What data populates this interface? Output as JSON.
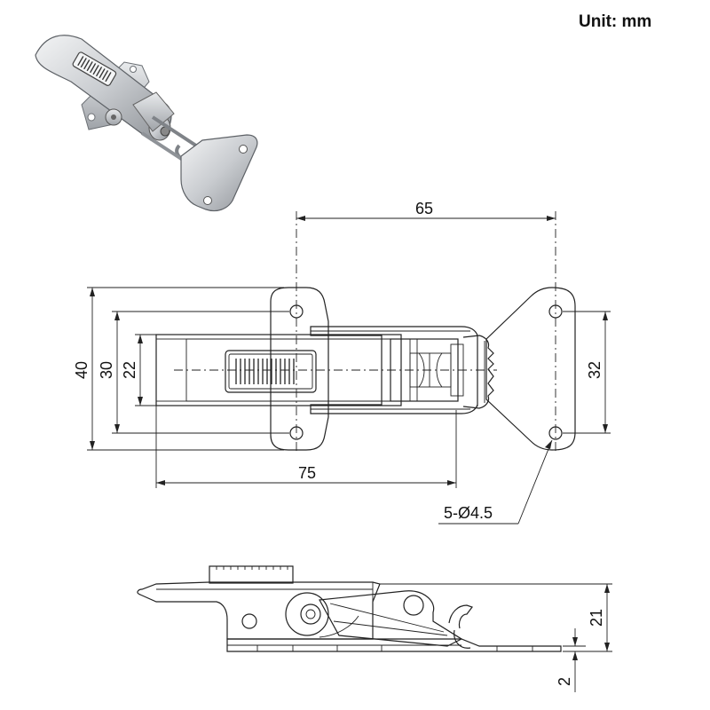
{
  "header": {
    "unit_label": "Unit:  mm"
  },
  "dimensions": {
    "top_width": "65",
    "overall_height": "40",
    "hole_spacing_left": "30",
    "body_width": "22",
    "hole_spacing_right": "32",
    "body_length": "75",
    "holes": "5-Ø4.5",
    "side_height": "21",
    "thickness": "2"
  },
  "colors": {
    "line": "#222222",
    "background": "#ffffff",
    "steel_light": "#e4e6e8",
    "steel_dark": "#7d8085"
  }
}
